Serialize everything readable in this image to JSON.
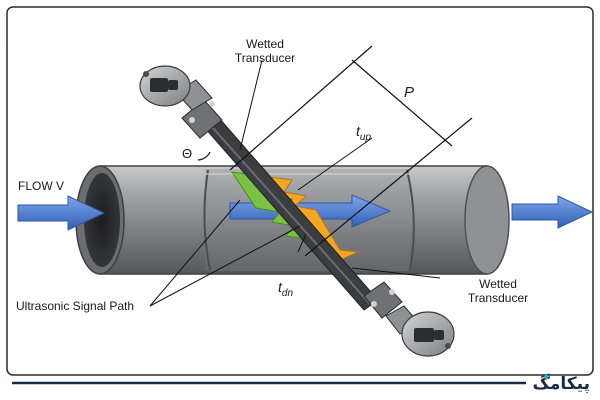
{
  "labels": {
    "flow": "FLOW V",
    "wetted_top": [
      "Wetted",
      "Transducer"
    ],
    "wetted_bottom": [
      "Wetted",
      "Transducer"
    ],
    "p": "P",
    "theta": "Θ",
    "t_up": {
      "base": "t",
      "sub": "up"
    },
    "t_dn": {
      "base": "t",
      "sub": "dn"
    },
    "signal_path": "Ultrasonic Signal Path"
  },
  "watermark": {
    "text": "پیکامگ",
    "colors": {
      "main": "#1b2a4a",
      "accent": "#20b3a8"
    }
  },
  "colors": {
    "pipe": "#8a8c90",
    "pipe_dark": "#5a5c60",
    "arrow": "#4a7bd0",
    "signal_orange": "#f5a623",
    "signal_green": "#7cc242",
    "transducer_body": "#3b3d40",
    "head": "#9a9ca0"
  }
}
